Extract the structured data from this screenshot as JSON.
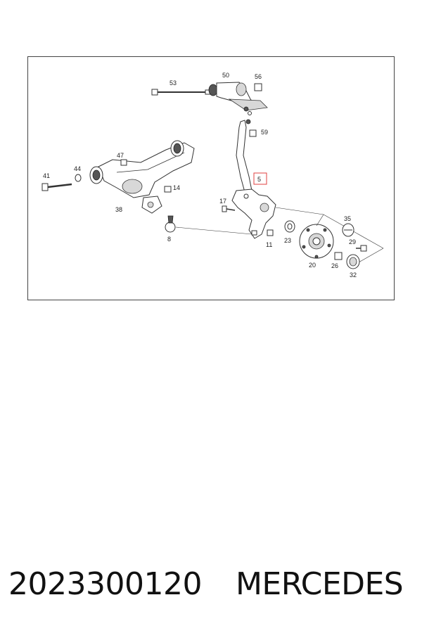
{
  "caption": {
    "part_number": "2023300120",
    "brand": "MERCEDES"
  },
  "diagram": {
    "highlight_color": "#e04040",
    "labels": [
      "53",
      "50",
      "56",
      "59",
      "47",
      "41",
      "44",
      "14",
      "5",
      "17",
      "38",
      "8",
      "11",
      "35",
      "23",
      "29",
      "20",
      "26",
      "32"
    ],
    "highlighted_label": "5"
  }
}
